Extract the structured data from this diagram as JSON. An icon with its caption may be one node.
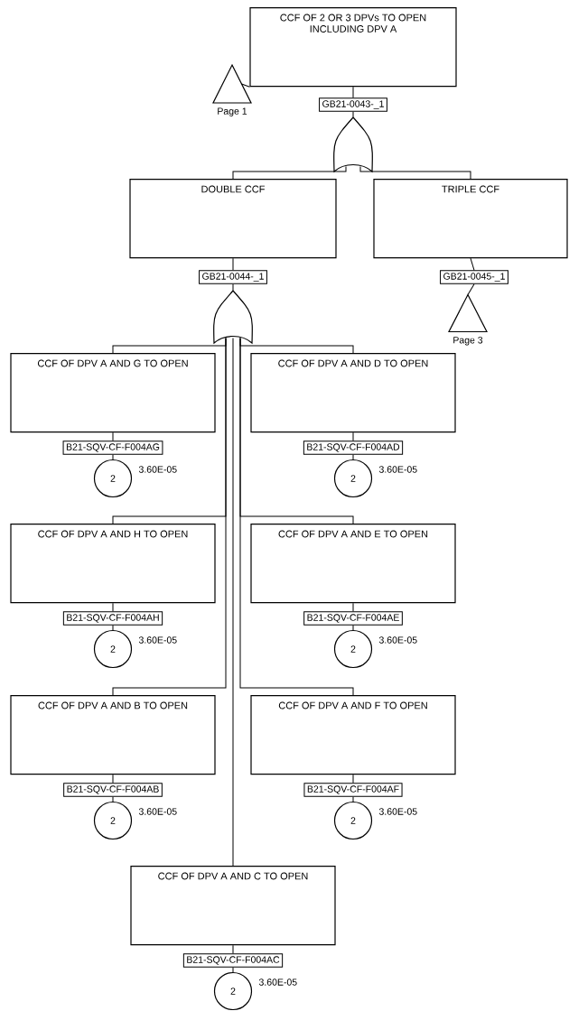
{
  "diagram": {
    "nodes": [
      {
        "text": [
          "CCF OF 2 OR 3 DPVs TO OPEN INCLUDING DPV A"
        ]
      },
      {
        "text": [
          "GB21-0043-_1"
        ]
      },
      {
        "text": [],
        "shape": "triangle",
        "beside": [
          "Page 1"
        ]
      },
      {
        "text": [],
        "shape": "gate"
      },
      {
        "text": [
          "DOUBLE CCF"
        ]
      },
      {
        "text": [
          "TRIPLE CCF"
        ]
      },
      {
        "text": [
          "GB21-0044-_1"
        ]
      },
      {
        "text": [
          "GB21-0045-_1"
        ]
      },
      {
        "text": [],
        "shape": "triangle",
        "beside": [
          "Page 3"
        ]
      },
      {
        "text": [],
        "shape": "gate"
      },
      {
        "text": [
          "CCF OF DPV A AND G TO OPEN"
        ]
      },
      {
        "text": [
          "B21-SQV-CF-F004AG"
        ]
      },
      {
        "text": [
          "2"
        ],
        "beside": [
          "3.60E-05"
        ]
      },
      {
        "text": [
          "CCF OF DPV A AND D TO OPEN"
        ]
      },
      {
        "text": [
          "B21-SQV-CF-F004AD"
        ]
      },
      {
        "text": [
          "2"
        ],
        "beside": [
          "3.60E-05"
        ]
      },
      {
        "text": [
          "CCF OF DPV A AND H TO OPEN"
        ]
      },
      {
        "text": [
          "B21-SQV-CF-F004AH"
        ]
      },
      {
        "text": [
          "2"
        ],
        "beside": [
          "3.60E-05"
        ]
      },
      {
        "text": [
          "CCF OF DPV A AND E TO OPEN"
        ]
      },
      {
        "text": [
          "B21-SQV-CF-F004AE"
        ]
      },
      {
        "text": [
          "2"
        ],
        "beside": [
          "3.60E-05"
        ]
      },
      {
        "text": [
          "CCF OF DPV A AND B TO OPEN"
        ]
      },
      {
        "text": [
          "B21-SQV-CF-F004AB"
        ]
      },
      {
        "text": [
          "2"
        ],
        "beside": [
          "3.60E-05"
        ]
      },
      {
        "text": [
          "CCF OF DPV A AND F TO OPEN"
        ]
      },
      {
        "text": [
          "B21-SQV-CF-F004AF"
        ]
      },
      {
        "text": [
          "2"
        ],
        "beside": [
          "3.60E-05"
        ]
      },
      {
        "text": [
          "CCF OF DPV A AND C TO OPEN"
        ]
      },
      {
        "text": [
          "B21-SQV-CF-F004AC"
        ]
      },
      {
        "text": [
          "2"
        ],
        "beside": [
          "3.60E-05"
        ]
      }
    ],
    "edges": [
      {
        "from": 0,
        "to": 1,
        "arrow": "none"
      },
      {
        "from": 2,
        "to": 0,
        "arrow": "none"
      },
      {
        "from": 1,
        "to": 3,
        "arrow": "none"
      },
      {
        "from": 3,
        "to": 4,
        "arrow": "none"
      },
      {
        "from": 3,
        "to": 5,
        "arrow": "none"
      },
      {
        "from": 4,
        "to": 6,
        "arrow": "none"
      },
      {
        "from": 5,
        "to": 7,
        "arrow": "none"
      },
      {
        "from": 7,
        "to": 8,
        "arrow": "none"
      },
      {
        "from": 6,
        "to": 9,
        "arrow": "none"
      },
      {
        "from": 9,
        "to": 10,
        "arrow": "none"
      },
      {
        "from": 9,
        "to": 13,
        "arrow": "none"
      },
      {
        "from": 9,
        "to": 16,
        "arrow": "none"
      },
      {
        "from": 9,
        "to": 19,
        "arrow": "none"
      },
      {
        "from": 9,
        "to": 22,
        "arrow": "none"
      },
      {
        "from": 9,
        "to": 25,
        "arrow": "none"
      },
      {
        "from": 9,
        "to": 28,
        "arrow": "none"
      },
      {
        "from": 10,
        "to": 11,
        "arrow": "none"
      },
      {
        "from": 11,
        "to": 12,
        "arrow": "none"
      },
      {
        "from": 13,
        "to": 14,
        "arrow": "none"
      },
      {
        "from": 14,
        "to": 15,
        "arrow": "none"
      },
      {
        "from": 16,
        "to": 17,
        "arrow": "none"
      },
      {
        "from": 17,
        "to": 18,
        "arrow": "none"
      },
      {
        "from": 19,
        "to": 20,
        "arrow": "none"
      },
      {
        "from": 20,
        "to": 21,
        "arrow": "none"
      },
      {
        "from": 22,
        "to": 23,
        "arrow": "none"
      },
      {
        "from": 23,
        "to": 24,
        "arrow": "none"
      },
      {
        "from": 25,
        "to": 26,
        "arrow": "none"
      },
      {
        "from": 26,
        "to": 27,
        "arrow": "none"
      },
      {
        "from": 28,
        "to": 29,
        "arrow": "none"
      },
      {
        "from": 29,
        "to": 30,
        "arrow": "none"
      }
    ]
  }
}
